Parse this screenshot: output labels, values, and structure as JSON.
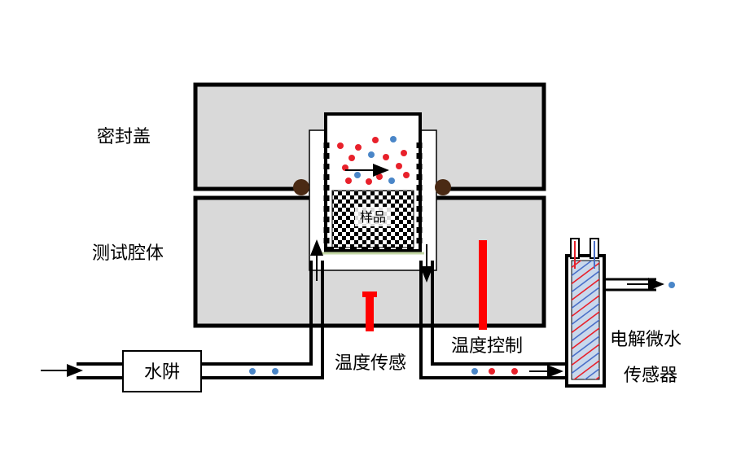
{
  "labels": {
    "lid": "密封盖",
    "chamber": "测试腔体",
    "sample": "样品",
    "water_trap": "水阱",
    "temp_sensor": "温度传感",
    "temp_control": "温度控制",
    "electrolytic_line1": "电解微水",
    "electrolytic_line2": "传感器"
  },
  "colors": {
    "block_fill": "#d9d9d9",
    "outline": "#000000",
    "red": "#ff0000",
    "molecule_red": "#e8212b",
    "molecule_blue": "#4a86c8",
    "seal_ring": "#4a2a14",
    "membrane": "#c3d7a4"
  },
  "icons": {
    "seal_ring": "o-ring-seal-icon",
    "flow_arrow": "flow-arrow-icon",
    "heater": "heater-bar-icon",
    "sensor_probe": "temperature-probe-icon"
  }
}
